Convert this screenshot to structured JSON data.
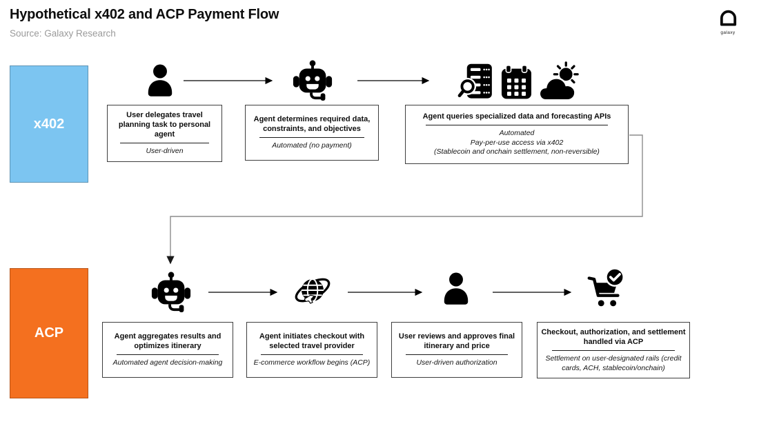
{
  "header": {
    "title": "Hypothetical x402 and ACP Payment Flow",
    "source": "Source: Galaxy Research"
  },
  "brand": {
    "logo_label": "galaxy",
    "logo_icon": "galaxy-helmet-icon"
  },
  "lanes": {
    "x402": {
      "label": "x402",
      "color": "#7CC5F1"
    },
    "acp": {
      "label": "ACP",
      "color": "#F4701F"
    }
  },
  "rows": [
    {
      "name": "x402 row",
      "steps": [
        {
          "icon": "user-icon",
          "title": "User delegates travel planning task to personal agent",
          "sub": [
            "User-driven"
          ]
        },
        {
          "icon": "robot-headset-icon",
          "title": "Agent determines required data, constraints, and objectives",
          "sub": [
            "Automated (no payment)"
          ]
        },
        {
          "icon": "server-search-icon calendar-icon cloud-sun-icon",
          "title": "Agent queries specialized data and forecasting APIs",
          "sub": [
            "Automated",
            "Pay-per-use access via x402",
            "(Stablecoin and onchain settlement, non-reversible)"
          ]
        }
      ]
    },
    {
      "name": "ACP row",
      "steps": [
        {
          "icon": "robot-headset-icon",
          "title": "Agent aggregates results and optimizes itinerary",
          "sub": [
            "Automated agent decision-making"
          ]
        },
        {
          "icon": "globe-plane-icon",
          "title": "Agent initiates checkout with selected travel provider",
          "sub": [
            "E-commerce workflow begins (ACP)"
          ]
        },
        {
          "icon": "user-icon",
          "title": "User reviews and approves final itinerary and price",
          "sub": [
            "User-driven authorization"
          ]
        },
        {
          "icon": "cart-check-icon",
          "title": "Checkout, authorization, and settlement handled via ACP",
          "sub": [
            "Settlement on user-designated rails (credit cards, ACH, stablecoin/onchain)"
          ]
        }
      ]
    }
  ]
}
